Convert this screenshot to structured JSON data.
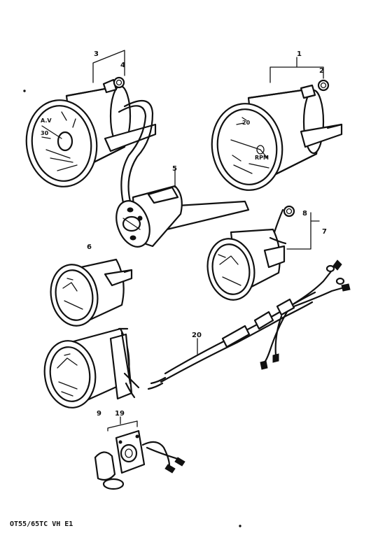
{
  "diagram": {
    "footer_code": "OT55/65TC VH E1",
    "parts": [
      {
        "id": "p1",
        "number": "1"
      },
      {
        "id": "p2",
        "number": "2"
      },
      {
        "id": "p3",
        "number": "3"
      },
      {
        "id": "p4",
        "number": "4"
      },
      {
        "id": "p5",
        "number": "5"
      },
      {
        "id": "p6",
        "number": "6"
      },
      {
        "id": "p7",
        "number": "7"
      },
      {
        "id": "p8",
        "number": "8"
      },
      {
        "id": "p9",
        "number": "9"
      },
      {
        "id": "p19",
        "number": "19"
      },
      {
        "id": "p20",
        "number": "20"
      }
    ],
    "dial_marks": {
      "tach_left_a": "A.V",
      "tach_left_b": "30",
      "tach_right_a": "RPM",
      "tach_right_b": "20"
    }
  }
}
